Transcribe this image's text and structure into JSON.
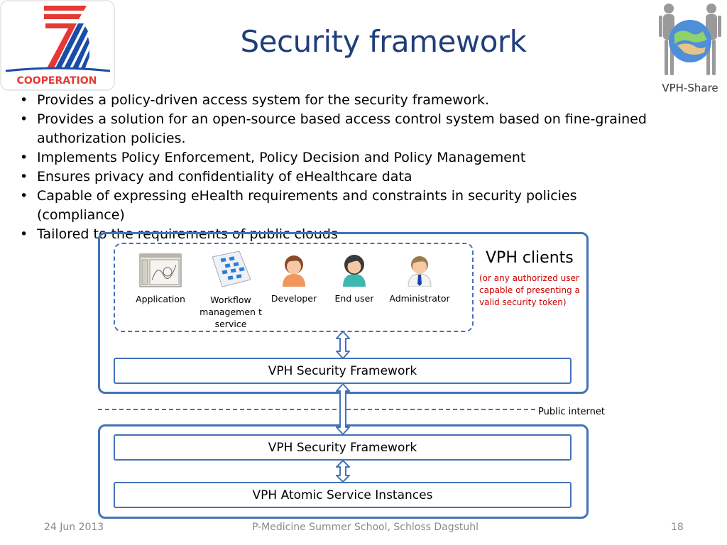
{
  "header": {
    "title": "Security framework",
    "logo_left_text": "COOPERATION",
    "logo_right_text": "VPH-Share"
  },
  "bullets": [
    "Provides a policy-driven access system for the security framework.",
    "Provides a solution for an open-source based access control system based on fine-grained authorization policies.",
    "Implements Policy Enforcement, Policy Decision and Policy Management",
    "Ensures privacy and confidentiality of eHealthcare data",
    "Capable of expressing eHealth requirements and constraints in security policies (compliance)",
    "Tailored to the requirements of public clouds"
  ],
  "diagram": {
    "clients": [
      {
        "label": "Application",
        "icon": "application-window-icon"
      },
      {
        "label": "Workflow managemen t service",
        "icon": "workflow-diagram-icon"
      },
      {
        "label": "Developer",
        "icon": "developer-person-icon"
      },
      {
        "label": "End user",
        "icon": "end-user-person-icon"
      },
      {
        "label": "Administrator",
        "icon": "administrator-person-icon"
      }
    ],
    "clients_title": "VPH clients",
    "clients_note": "(or any authorized user capable of presenting a valid security token)",
    "security_framework_top": "VPH Security Framework",
    "public_internet": "Public internet",
    "security_framework_bottom": "VPH Security Framework",
    "atomic_services": "VPH Atomic Service Instances",
    "colors": {
      "frame": "#4472b9",
      "note": "#cc0000",
      "title": "#1f3e7a"
    }
  },
  "footer": {
    "date": "24 Jun 2013",
    "event": "P-Medicine Summer School, Schloss Dagstuhl",
    "page": "18"
  }
}
